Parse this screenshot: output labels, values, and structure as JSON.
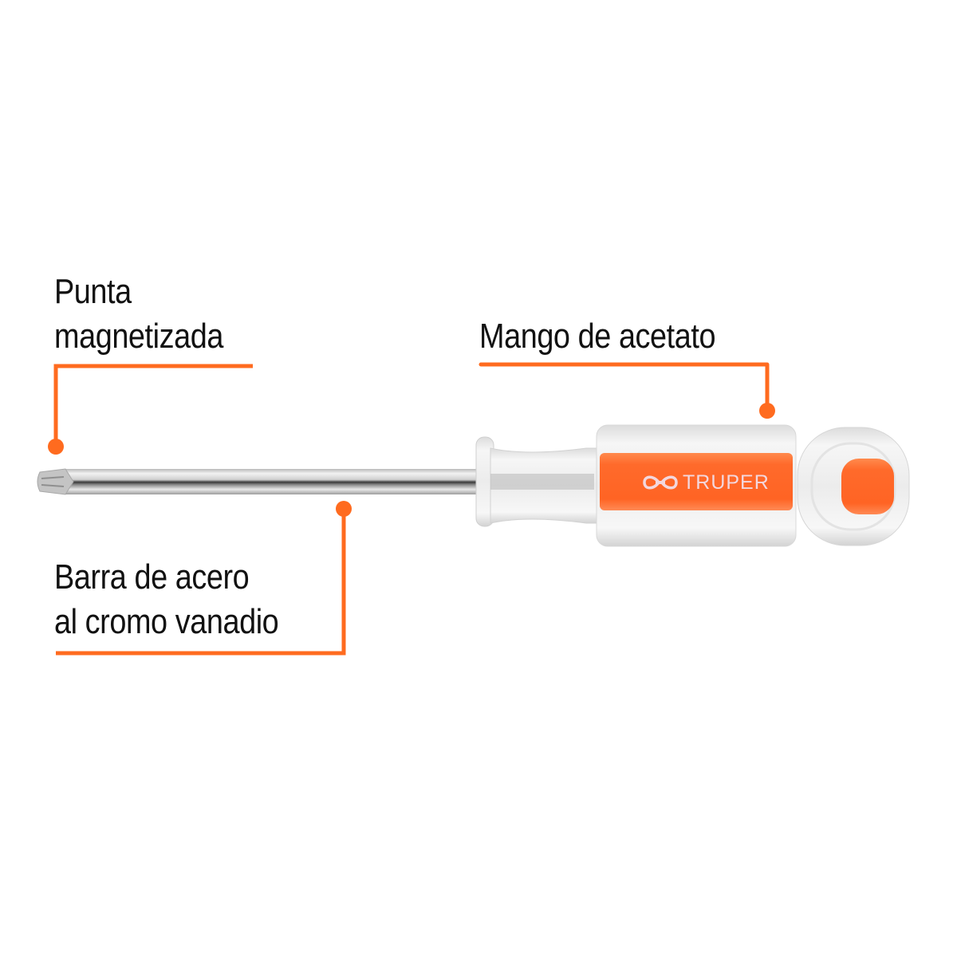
{
  "product": {
    "type": "Torx screwdriver",
    "brand": "TRUPER",
    "accent_color": "#ff6b1f",
    "handle_color": "#ff6a2b",
    "text_color": "#111111"
  },
  "callouts": [
    {
      "id": "tip",
      "lines": [
        "Punta",
        "magnetizada"
      ]
    },
    {
      "id": "handle",
      "lines": [
        "Mango de acetato"
      ]
    },
    {
      "id": "shaft",
      "lines": [
        "Barra de acero",
        "al cromo vanadio"
      ]
    }
  ]
}
